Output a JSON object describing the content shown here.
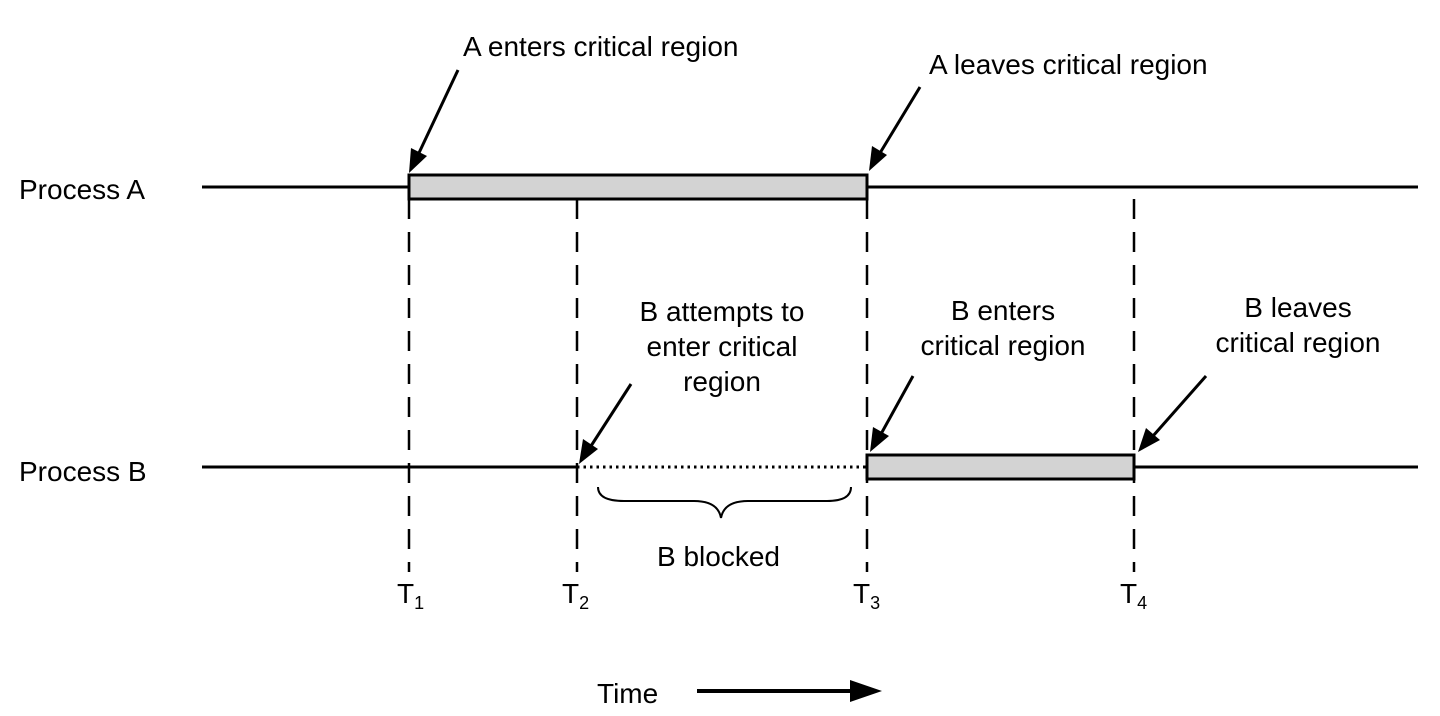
{
  "processes": {
    "a_label": "Process A",
    "b_label": "Process B"
  },
  "annotations": {
    "a_enters": "A enters critical region",
    "a_leaves": "A leaves critical region",
    "b_attempts": [
      "B attempts to",
      "enter critical",
      "region"
    ],
    "b_enters": [
      "B enters",
      "critical region"
    ],
    "b_leaves": [
      "B leaves",
      "critical region"
    ],
    "b_blocked": "B blocked"
  },
  "time_marks": [
    {
      "letter": "T",
      "sub": "1"
    },
    {
      "letter": "T",
      "sub": "2"
    },
    {
      "letter": "T",
      "sub": "3"
    },
    {
      "letter": "T",
      "sub": "4"
    }
  ],
  "time_axis": {
    "label": "Time"
  },
  "colors": {
    "region_fill": "#d3d3d3",
    "line": "#000000"
  }
}
